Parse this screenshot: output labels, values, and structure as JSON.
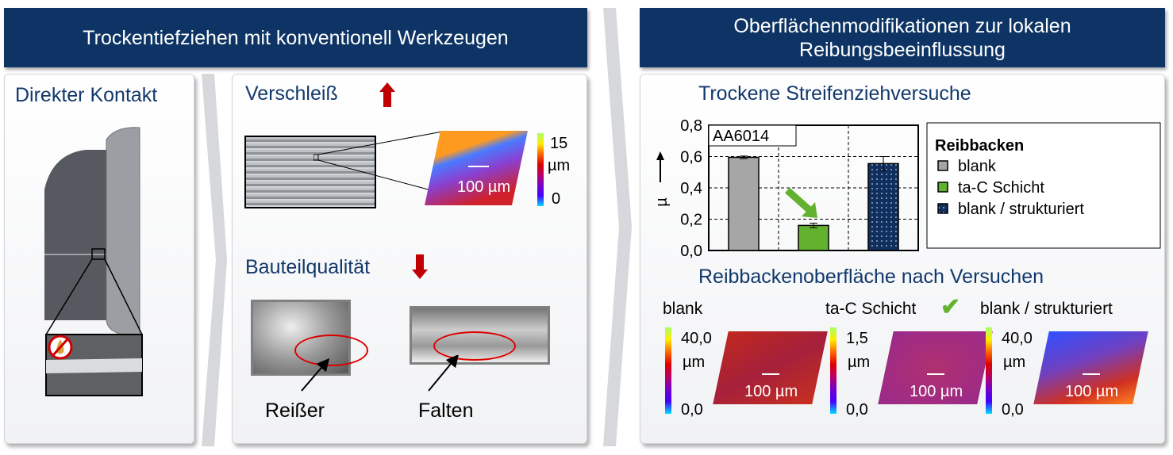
{
  "header_left": "Trockentiefziehen mit konventionell Werkzeugen",
  "header_right": "Oberflächenmodifikationen zur lokalen Reibungsbeeinflussung",
  "panel1": {
    "title": "Direkter Kontakt"
  },
  "panel2": {
    "wear_title": "Verschleiß",
    "wear_scale": {
      "max": "15",
      "unit": "µm",
      "min": "0",
      "scalebar": "100 µm"
    },
    "quality_title": "Bauteilqualität",
    "defect1": "Reißer",
    "defect2": "Falten"
  },
  "panel3": {
    "chart_title": "Trockene Streifenziehversuche",
    "surface_title": "Reibbackenoberfläche nach Versuchen",
    "surfaces": [
      {
        "label": "blank",
        "max": "40,0",
        "unit": "µm",
        "min": "0,0",
        "scalebar": "100 µm"
      },
      {
        "label": "ta-C Schicht",
        "max": "1,5",
        "unit": "µm",
        "min": "0,0",
        "scalebar": "100 µm"
      },
      {
        "label": "blank / strukturiert",
        "max": "40,0",
        "unit": "µm",
        "min": "0,0",
        "scalebar": "100 µm"
      }
    ]
  },
  "chart_data": {
    "type": "bar",
    "title": "",
    "annotation": "AA6014",
    "categories": [
      "blank",
      "ta-C Schicht",
      "blank / strukturiert"
    ],
    "values": [
      0.595,
      0.16,
      0.555
    ],
    "errors": [
      0.008,
      0.015,
      0.045
    ],
    "colors": [
      "#a6a6a6",
      "#63b22f",
      "#0f2f5f"
    ],
    "ylabel": "µ",
    "ylim": [
      0,
      0.8
    ],
    "yticks": [
      "0,0",
      "0,2",
      "0,4",
      "0,6",
      "0,8"
    ],
    "legend_title": "Reibbacken",
    "legend": [
      "blank",
      "ta-C Schicht",
      "blank / strukturiert"
    ],
    "legend_placement": "right",
    "grid": true
  }
}
